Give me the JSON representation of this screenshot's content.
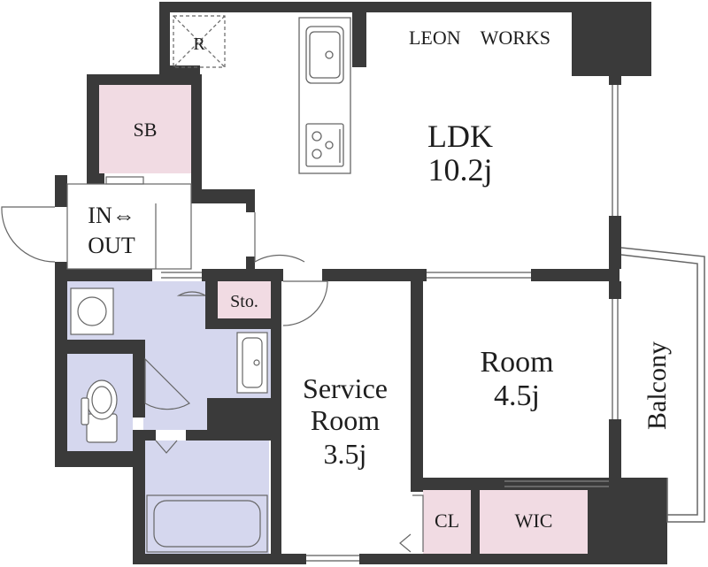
{
  "rooms": {
    "ldk": {
      "name": "LDK",
      "size": "10.2j"
    },
    "room": {
      "name": "Room",
      "size": "4.5j"
    },
    "service_room": {
      "line1": "Service",
      "line2": "Room",
      "size": "3.5j"
    },
    "balcony": {
      "name": "Balcony"
    },
    "sb": {
      "name": "SB"
    },
    "sto": {
      "name": "Sto."
    },
    "cl": {
      "name": "CL"
    },
    "wic": {
      "name": "WIC"
    },
    "entrance": {
      "line1": "IN⇔",
      "line2": "OUT"
    },
    "refrigerator": {
      "name": "R"
    }
  },
  "brand": {
    "text": "LEON　WORKS"
  },
  "colors": {
    "wall": "#3a3a3a",
    "wet_area": "#d5d7ee",
    "storage": "#f1dbe3",
    "line": "#555555"
  }
}
